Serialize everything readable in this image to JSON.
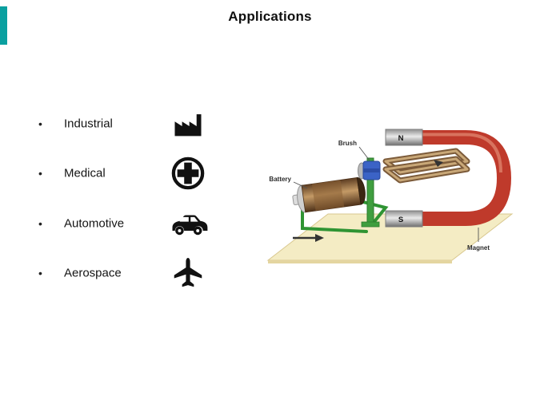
{
  "slide": {
    "title": "Applications",
    "bullet_char": "•",
    "accent_color": "#0aa0a0",
    "bullets": [
      {
        "label": "Industrial",
        "icon": "factory-icon"
      },
      {
        "label": "Medical",
        "icon": "medical-cross-icon"
      },
      {
        "label": "Automotive",
        "icon": "car-icon"
      },
      {
        "label": "Aerospace",
        "icon": "airplane-icon"
      }
    ],
    "diagram": {
      "description": "simple DC motor illustration",
      "labels": {
        "brush": "Brush",
        "battery": "Battery",
        "magnet": "Magnet",
        "north": "N",
        "south": "S"
      }
    }
  }
}
